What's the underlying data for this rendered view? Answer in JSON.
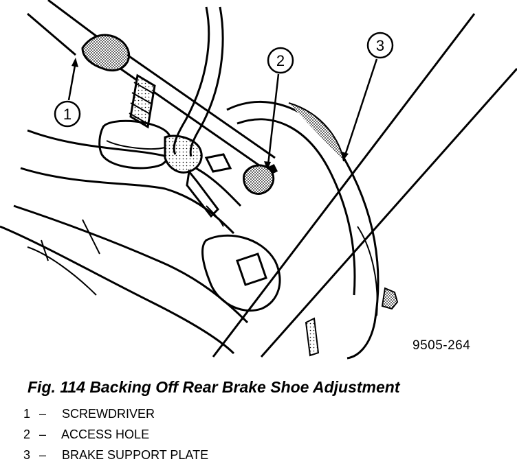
{
  "figure": {
    "code": "9505-264",
    "caption": "Fig. 114 Backing Off Rear Brake Shoe Adjustment"
  },
  "callouts": [
    {
      "number": "1",
      "label": "SCREWDRIVER"
    },
    {
      "number": "2",
      "label": "ACCESS HOLE"
    },
    {
      "number": "3",
      "label": "BRAKE SUPPORT PLATE"
    }
  ],
  "legend": {
    "separator": "–"
  }
}
